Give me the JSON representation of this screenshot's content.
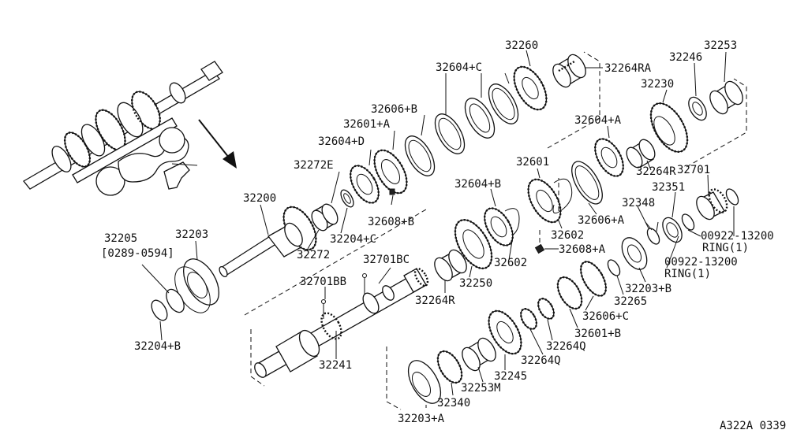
{
  "diagram": {
    "labels": {
      "p32260": "32260",
      "p32604C": "32604+C",
      "p32264RA": "32264RA",
      "p32253": "32253",
      "p32246": "32246",
      "p32230": "32230",
      "p32606B": "32606+B",
      "p32601A": "32601+A",
      "p32604D": "32604+D",
      "p32604A": "32604+A",
      "p32272E": "32272E",
      "p32200": "32200",
      "p32601": "32601",
      "p32264R_a": "32264R",
      "p32701": "32701",
      "p32604B": "32604+B",
      "p32351": "32351",
      "p32348": "32348",
      "p32608B": "32608+B",
      "p32204C": "32204+C",
      "p32606A": "32606+A",
      "p00922a": "00922-13200",
      "p32205": "32205",
      "p32203": "32203",
      "p32602a": "32602",
      "ring1a": "RING(1)",
      "p0289": "[0289-0594]",
      "p32272": "32272",
      "p32608A": "32608+A",
      "p32701BC": "32701BC",
      "p32602b": "32602",
      "p00922b": "00922-13200",
      "ring1b": "RING(1)",
      "p32203B": "32203+B",
      "p32701BB": "32701BB",
      "p32250": "32250",
      "p32264R_b": "32264R",
      "p32265": "32265",
      "p32606C": "32606+C",
      "p32204B": "32204+B",
      "p32601B": "32601+B",
      "p32264Q_a": "32264Q",
      "p32241": "32241",
      "p32264Q_b": "32264Q",
      "p32245": "32245",
      "p32253M": "32253M",
      "p32340": "32340",
      "p32203A": "32203+A",
      "ref": "A322A 0339"
    }
  }
}
